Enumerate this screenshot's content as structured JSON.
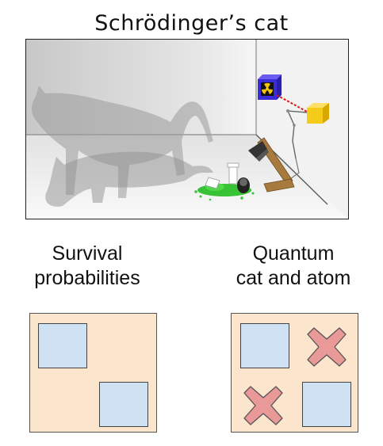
{
  "title": "Schrödinger’s cat",
  "scene": {
    "icons": [
      "gray-cat-silhouette-icon",
      "radioactive-source-box-icon",
      "geiger-counter-icon",
      "hammer-icon",
      "broken-poison-flask-icon"
    ],
    "colors": {
      "source_box": "#3a2dd8",
      "radiation_symbol": "#f2c500",
      "counter": "#f5cc1a",
      "poison": "#38c235",
      "hammer_handle": "#a87a3e",
      "laser": "#e01515"
    }
  },
  "labels": {
    "left": [
      "Survival",
      "probabilities"
    ],
    "right": [
      "Quantum",
      "cat and atom"
    ]
  },
  "panels": {
    "background_color": "#fce5cd",
    "cell_color": "#cfe2f3",
    "cross_color": "#ea9999"
  }
}
